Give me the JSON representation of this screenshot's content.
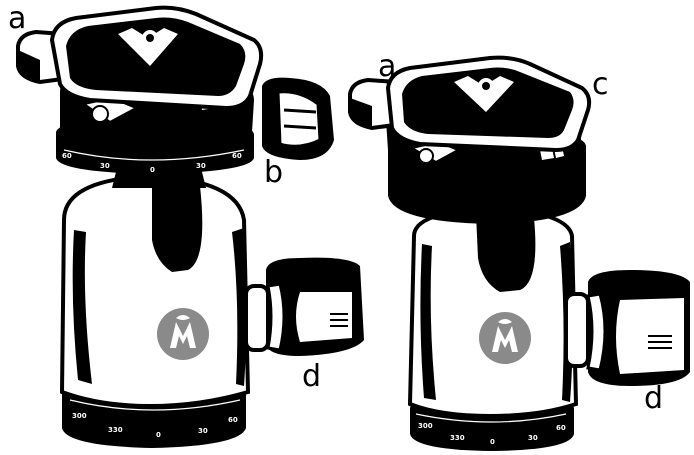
{
  "labels": {
    "left_a": "a",
    "left_b": "b",
    "left_d": "d",
    "right_a": "a",
    "right_c": "c",
    "right_d": "d"
  },
  "panning_scale": {
    "left_top": [
      "60",
      "30",
      "0",
      "30",
      "60"
    ],
    "left_base": [
      "300",
      "330",
      "0",
      "30",
      "60"
    ],
    "right_base": [
      "300",
      "330",
      "0",
      "30",
      "60"
    ]
  },
  "colors": {
    "ink": "#000000",
    "paper": "#ffffff",
    "logo": "#8a8a8a"
  },
  "icons": {
    "logo": "brand-logo-icon"
  }
}
